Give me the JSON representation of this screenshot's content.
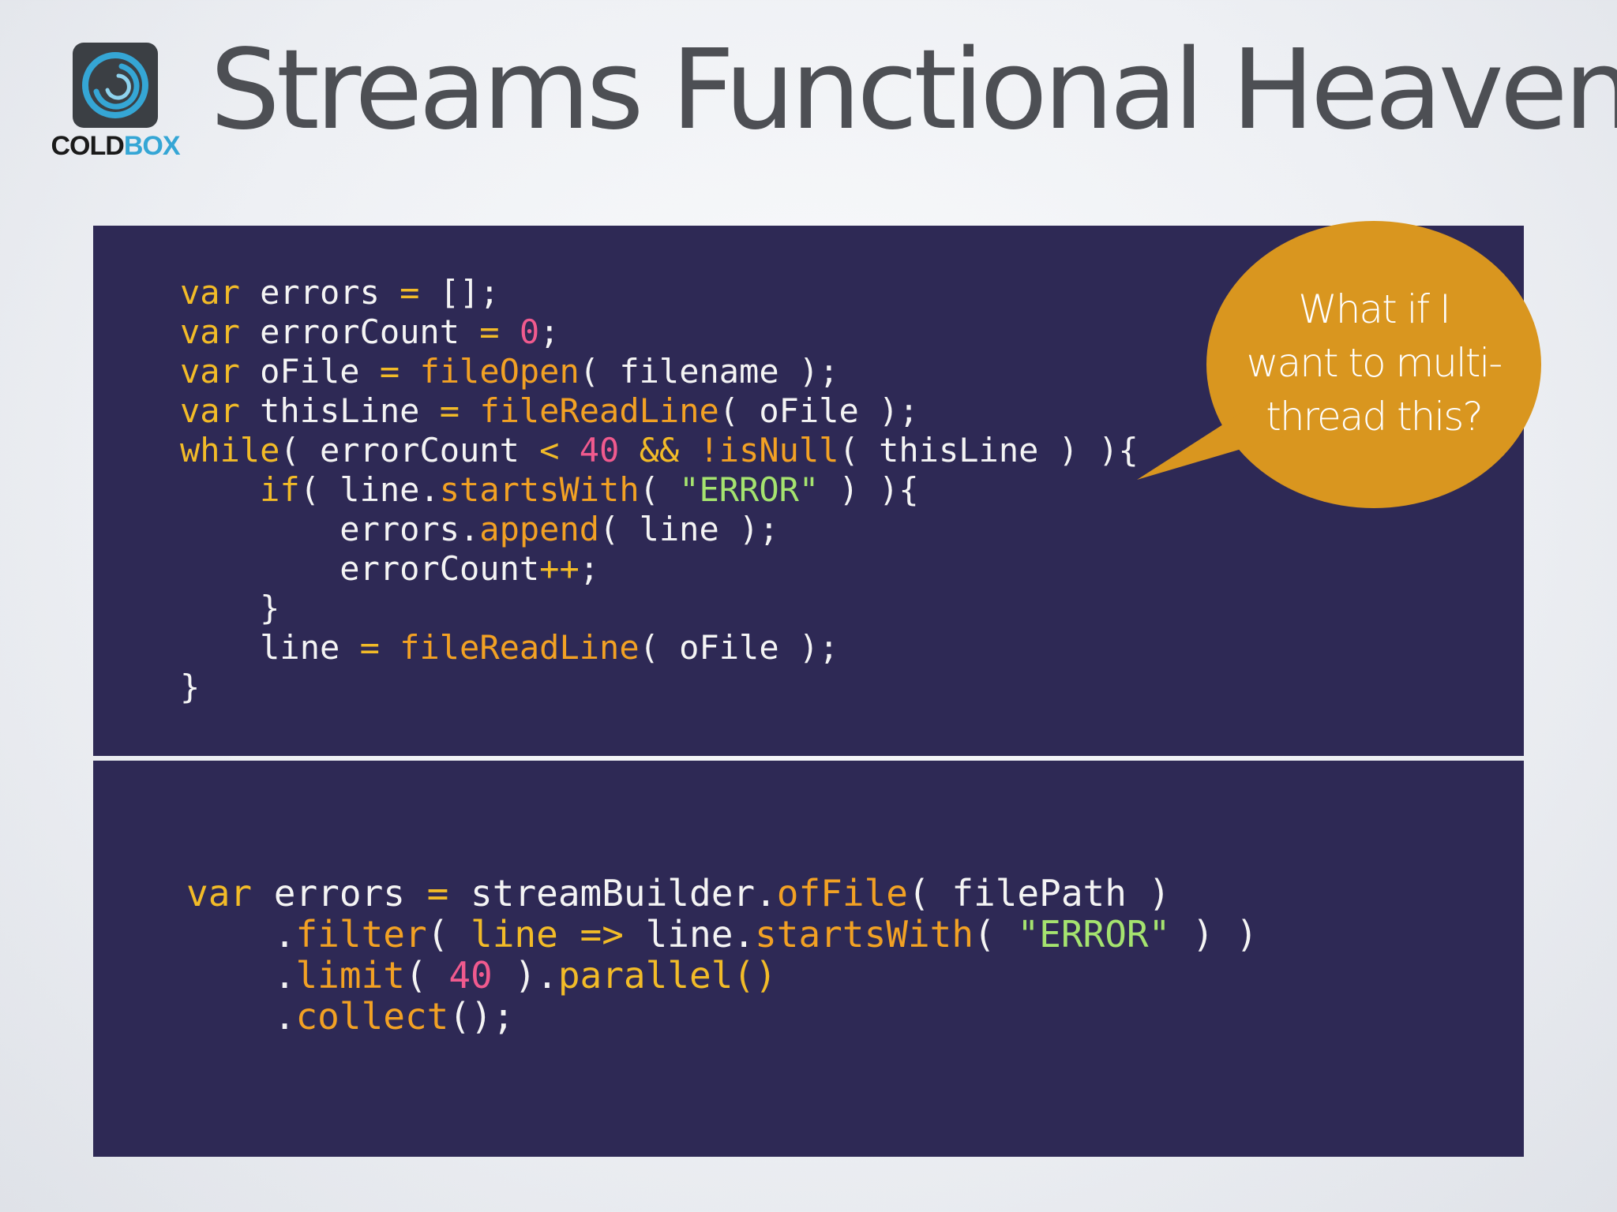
{
  "slide": {
    "title": "Streams Functional Heaven!"
  },
  "logo": {
    "icon": "coldbox-swirl-icon",
    "text_cold": "COLD",
    "text_box": "BOX",
    "colors": {
      "cold": "#1a1a1a",
      "box": "#35a6d5",
      "icon_bg": "#3b3f44",
      "icon_swirl": "#35a6d5"
    }
  },
  "callout": {
    "lines": [
      "What if I",
      "want to multi-",
      "thread this?"
    ],
    "color": "#d9961f"
  },
  "code_colors": {
    "background": "#2e2955",
    "default": "#f4f4f4",
    "keyword": "#f2bb28",
    "function": "#f2a124",
    "number": "#f05a8e",
    "string": "#a5e36f"
  },
  "code_block_1": {
    "lines": [
      [
        {
          "t": "var",
          "c": "kw"
        },
        {
          "t": " errors "
        },
        {
          "t": "=",
          "c": "kw"
        },
        {
          "t": " [];"
        }
      ],
      [
        {
          "t": "var",
          "c": "kw"
        },
        {
          "t": " errorCount "
        },
        {
          "t": "=",
          "c": "kw"
        },
        {
          "t": " "
        },
        {
          "t": "0",
          "c": "num"
        },
        {
          "t": ";"
        }
      ],
      [
        {
          "t": "var",
          "c": "kw"
        },
        {
          "t": " oFile "
        },
        {
          "t": "=",
          "c": "kw"
        },
        {
          "t": " "
        },
        {
          "t": "fileOpen",
          "c": "fn"
        },
        {
          "t": "( filename );"
        }
      ],
      [
        {
          "t": "var",
          "c": "kw"
        },
        {
          "t": " thisLine "
        },
        {
          "t": "=",
          "c": "kw"
        },
        {
          "t": " "
        },
        {
          "t": "fileReadLine",
          "c": "fn"
        },
        {
          "t": "( oFile );"
        }
      ],
      [
        {
          "t": "while",
          "c": "kw"
        },
        {
          "t": "( errorCount "
        },
        {
          "t": "<",
          "c": "kw"
        },
        {
          "t": " "
        },
        {
          "t": "40",
          "c": "num"
        },
        {
          "t": " "
        },
        {
          "t": "&&",
          "c": "kw"
        },
        {
          "t": " "
        },
        {
          "t": "!isNull",
          "c": "fn"
        },
        {
          "t": "( thisLine ) ){"
        }
      ],
      [
        {
          "t": "    "
        },
        {
          "t": "if",
          "c": "kw"
        },
        {
          "t": "( line."
        },
        {
          "t": "startsWith",
          "c": "fn"
        },
        {
          "t": "( "
        },
        {
          "t": "\"ERROR\"",
          "c": "str"
        },
        {
          "t": " ) ){"
        }
      ],
      [
        {
          "t": "        errors."
        },
        {
          "t": "append",
          "c": "fn"
        },
        {
          "t": "( line );"
        }
      ],
      [
        {
          "t": "        errorCount"
        },
        {
          "t": "++",
          "c": "kw"
        },
        {
          "t": ";"
        }
      ],
      [
        {
          "t": "    }"
        }
      ],
      [
        {
          "t": "    line "
        },
        {
          "t": "=",
          "c": "kw"
        },
        {
          "t": " "
        },
        {
          "t": "fileReadLine",
          "c": "fn"
        },
        {
          "t": "( oFile );"
        }
      ],
      [
        {
          "t": "}"
        }
      ]
    ]
  },
  "code_block_2": {
    "lines": [
      [
        {
          "t": "var",
          "c": "kw"
        },
        {
          "t": " errors "
        },
        {
          "t": "=",
          "c": "kw"
        },
        {
          "t": " streamBuilder."
        },
        {
          "t": "ofFile",
          "c": "fn"
        },
        {
          "t": "( filePath )"
        }
      ],
      [
        {
          "t": "    ."
        },
        {
          "t": "filter",
          "c": "fn"
        },
        {
          "t": "( "
        },
        {
          "t": "line =>",
          "c": "kw"
        },
        {
          "t": " line."
        },
        {
          "t": "startsWith",
          "c": "fn"
        },
        {
          "t": "( "
        },
        {
          "t": "\"ERROR\"",
          "c": "str"
        },
        {
          "t": " ) )"
        }
      ],
      [
        {
          "t": "    ."
        },
        {
          "t": "limit",
          "c": "fn"
        },
        {
          "t": "( "
        },
        {
          "t": "40",
          "c": "num"
        },
        {
          "t": " )."
        },
        {
          "t": "parallel()",
          "c": "kw"
        }
      ],
      [
        {
          "t": "    ."
        },
        {
          "t": "collect",
          "c": "fn"
        },
        {
          "t": "();"
        }
      ]
    ]
  }
}
